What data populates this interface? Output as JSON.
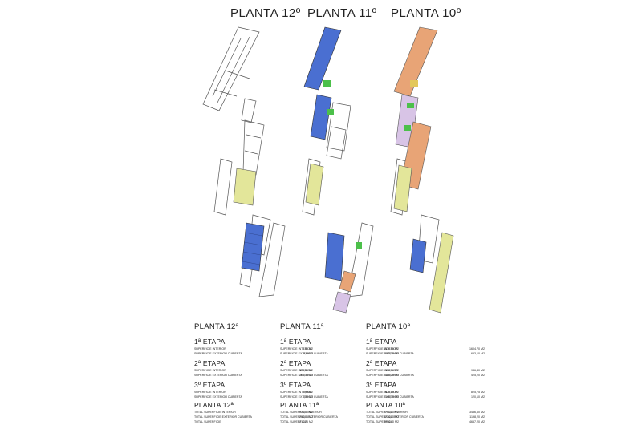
{
  "floors": [
    {
      "title": "PLANTA 12º",
      "table": {
        "heading": "PLANTA 12ª",
        "stages": [
          {
            "name": "1ª ETAPA",
            "rows": [
              {
                "label": "SUPERFICIE INTERIOR",
                "value": "0,00 M2"
              },
              {
                "label": "SUPERFICIE EXTERIOR CUBIERTA",
                "value": "0,00M2"
              }
            ]
          },
          {
            "name": "2ª ETAPA",
            "rows": [
              {
                "label": "SUPERFICIE INTERIOR",
                "value": "925,10 M2"
              },
              {
                "label": "SUPERFICIE EXTERIOR CUBIERTA",
                "value": "286,16 M2"
              }
            ]
          },
          {
            "name": "3º ETAPA",
            "rows": [
              {
                "label": "SUPERFICIE INTERIOR",
                "value": "0,00M2"
              },
              {
                "label": "SUPERFICIE EXTERIOR CUBIERTA",
                "value": "0,00 M2"
              }
            ]
          }
        ],
        "total_heading": "PLANTA 12ª",
        "totals": [
          {
            "label": "TOTAL SUPERFICIE INTERIOR",
            "value": "925,10 M2"
          },
          {
            "label": "TOTAL SUPERFICIE EXTERIOR CUBIERTA",
            "value": "286,16 M2"
          },
          {
            "label": "TOTAL SUPERFICIE",
            "value": "1211,26 M2"
          }
        ]
      }
    },
    {
      "title": "PLANTA 11º",
      "table": {
        "heading": "PLANTA 11ª",
        "stages": [
          {
            "name": "1ª ETAPA",
            "rows": [
              {
                "label": "SUPERFICIE INTERIOR",
                "value": "1130,15 M2"
              },
              {
                "label": "SUPERFICIE EXTERIOR CUBIERTA",
                "value": "653,10 M2"
              }
            ]
          },
          {
            "name": "2ª ETAPA",
            "rows": [
              {
                "label": "SUPERFICIE INTERIOR",
                "value": "986,40 M2"
              },
              {
                "label": "SUPERFICIE EXTERIOR CUBIERTA",
                "value": "425,20 M2"
              }
            ]
          },
          {
            "name": "3º ETAPA",
            "rows": [
              {
                "label": "SUPERFICIE INTERIOR",
                "value": "825,75 M2"
              },
              {
                "label": "SUPERFICIE EXTERIOR CUBIERTA",
                "value": "146,10 M2"
              }
            ]
          }
        ],
        "total_heading": "PLANTA 11ª",
        "totals": [
          {
            "label": "TOTAL SUPERFICIE INTERIOR",
            "value": "2780,20 M2"
          },
          {
            "label": "TOTAL SUPERFICIE EXTERIOR CUBIERTA",
            "value": "1224,20 M2"
          },
          {
            "label": "TOTAL SUPERFICIE",
            "value": "3964,40 M2"
          }
        ]
      }
    },
    {
      "title": "PLANTA 10º",
      "table": {
        "heading": "PLANTA 10ª",
        "stages": [
          {
            "name": "1ª ETAPA",
            "rows": [
              {
                "label": "SUPERFICIE INTERIOR",
                "value": "1604,70 M2"
              },
              {
                "label": "SUPERFICIE EXTERIOR CUBIERTA",
                "value": "653,10 M2"
              }
            ]
          },
          {
            "name": "2ª ETAPA",
            "rows": [
              {
                "label": "SUPERFICIE INTERIOR",
                "value": "986,40 M2"
              },
              {
                "label": "SUPERFICIE EXTERIOR CUBIERTA",
                "value": "425,20 M2"
              }
            ]
          },
          {
            "name": "3º ETAPA",
            "rows": [
              {
                "label": "SUPERFICIE INTERIOR",
                "value": "825,75 M2"
              },
              {
                "label": "SUPERFICIE EXTERIOR CUBIERTA",
                "value": "120,10 M2"
              }
            ]
          }
        ],
        "total_heading": "PLANTA 10ª",
        "totals": [
          {
            "label": "TOTAL SUPERFICIE INTERIOR",
            "value": "3456,60 M2"
          },
          {
            "label": "TOTAL SUPERFICIE EXTERIOR CUBIERTA",
            "value": "1198,20 M2"
          },
          {
            "label": "TOTAL SUPERFICIE",
            "value": "4657,20 M2"
          }
        ]
      }
    }
  ],
  "colors": {
    "blue": "#4a6fd1",
    "yellow": "#e3e69a",
    "orange": "#e8a476",
    "lilac": "#d8c4e6",
    "green": "#4cc04a",
    "outline": "#555555"
  }
}
